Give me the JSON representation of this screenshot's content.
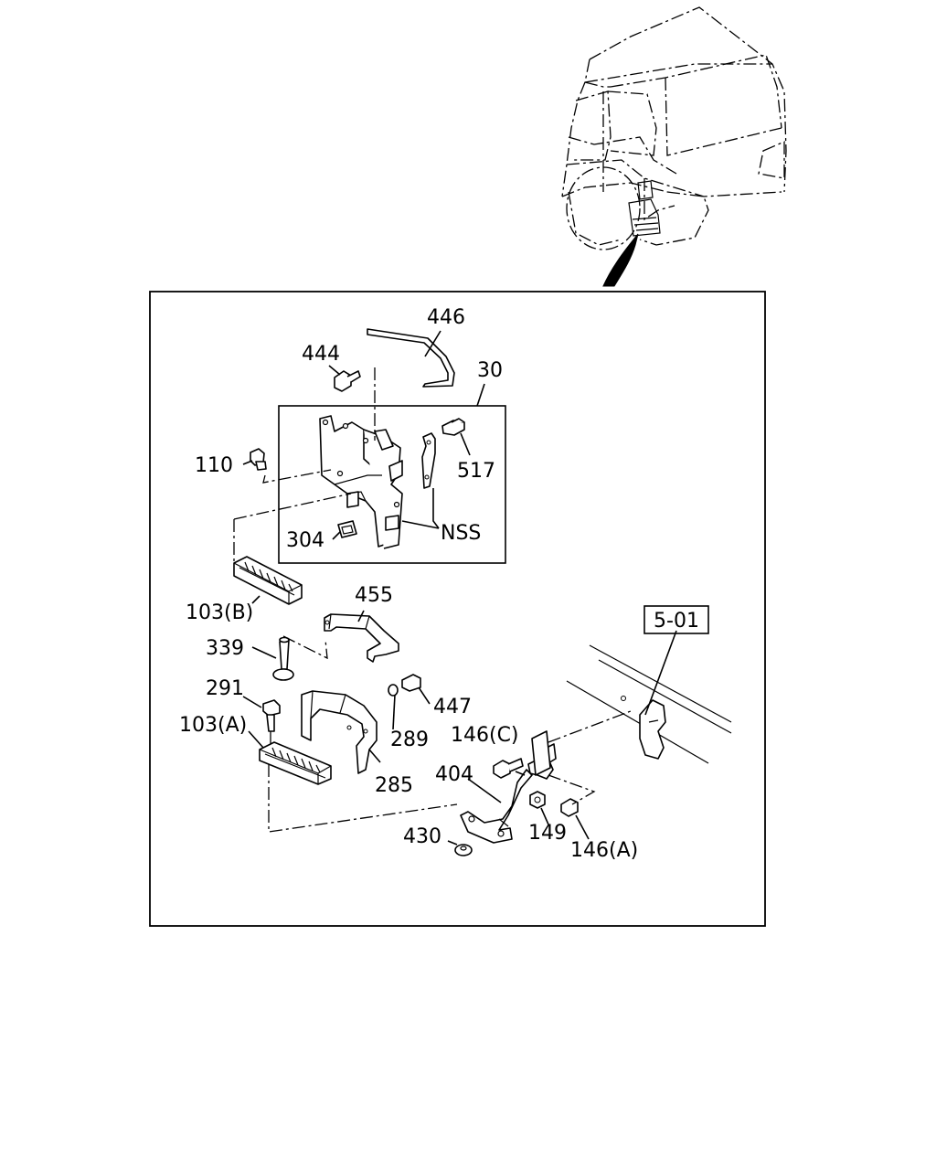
{
  "labels": {
    "p446": "446",
    "p444": "444",
    "p30": "30",
    "p110": "110",
    "p517": "517",
    "p304": "304",
    "nss": "NSS",
    "p103b": "103(B)",
    "p455": "455",
    "p339": "339",
    "p291": "291",
    "p447": "447",
    "p103a": "103(A)",
    "p289": "289",
    "p146c": "146(C)",
    "p285": "285",
    "p404": "404",
    "p149": "149",
    "p430": "430",
    "p146a": "146(A)",
    "ref": "5-01"
  }
}
